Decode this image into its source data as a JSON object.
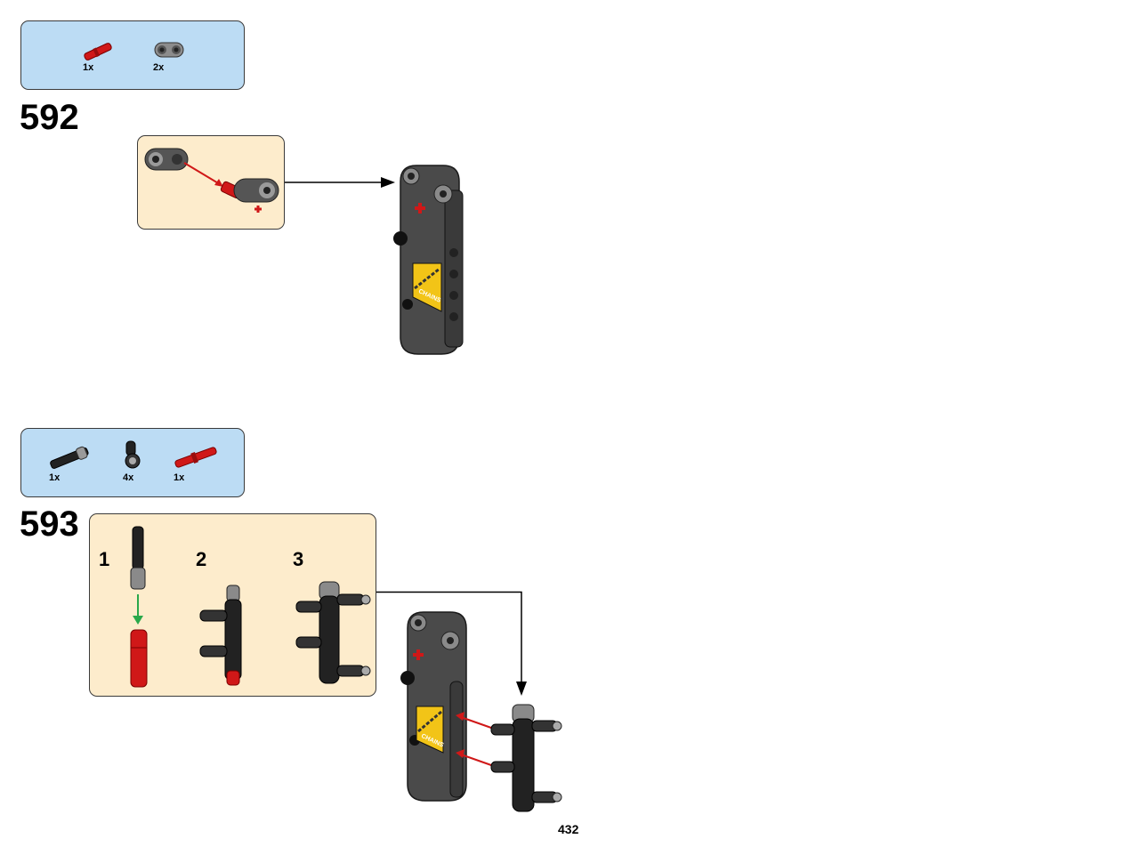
{
  "page_number": "432",
  "colors": {
    "parts_bg": "#bcdcf4",
    "substep_bg": "#fdeccc",
    "beam_dark": "#4a4a4a",
    "pin_red": "#d01818",
    "label_yellow": "#f2c417"
  },
  "steps": [
    {
      "number": "592",
      "parts": [
        {
          "qty": "1x",
          "icon": "red-axle-pin-icon"
        },
        {
          "qty": "2x",
          "icon": "gray-cross-block-icon"
        }
      ],
      "main_label_text": "CHAINS"
    },
    {
      "number": "593",
      "parts": [
        {
          "qty": "1x",
          "icon": "black-axle-icon"
        },
        {
          "qty": "4x",
          "icon": "black-pin-connector-icon"
        },
        {
          "qty": "1x",
          "icon": "red-axle-pin-icon"
        }
      ],
      "substeps": [
        "1",
        "2",
        "3"
      ],
      "main_label_text": "CHAINS"
    }
  ]
}
